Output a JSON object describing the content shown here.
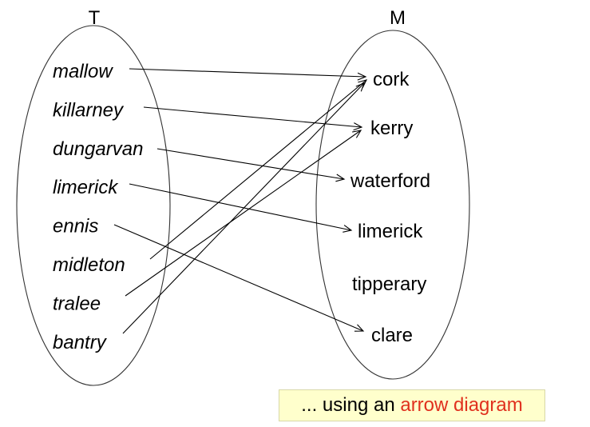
{
  "sets": {
    "domain": {
      "title": "T",
      "items": [
        "mallow",
        "killarney",
        "dungarvan",
        "limerick",
        "ennis",
        "midleton",
        "tralee",
        "bantry"
      ]
    },
    "codomain": {
      "title": "M",
      "items": [
        "cork",
        "kerry",
        "waterford",
        "limerick",
        "tipperary",
        "clare"
      ]
    }
  },
  "mapping": [
    {
      "from": "mallow",
      "to": "cork"
    },
    {
      "from": "killarney",
      "to": "kerry"
    },
    {
      "from": "dungarvan",
      "to": "waterford"
    },
    {
      "from": "limerick",
      "to": "limerick"
    },
    {
      "from": "ennis",
      "to": "clare"
    },
    {
      "from": "midleton",
      "to": "cork"
    },
    {
      "from": "tralee",
      "to": "kerry"
    },
    {
      "from": "bantry",
      "to": "cork"
    }
  ],
  "caption": {
    "prefix": "... using an ",
    "highlight": "arrow diagram"
  },
  "colors": {
    "caption_background": "#ffffcc",
    "highlight": "#e0301e",
    "line": "#000000"
  }
}
